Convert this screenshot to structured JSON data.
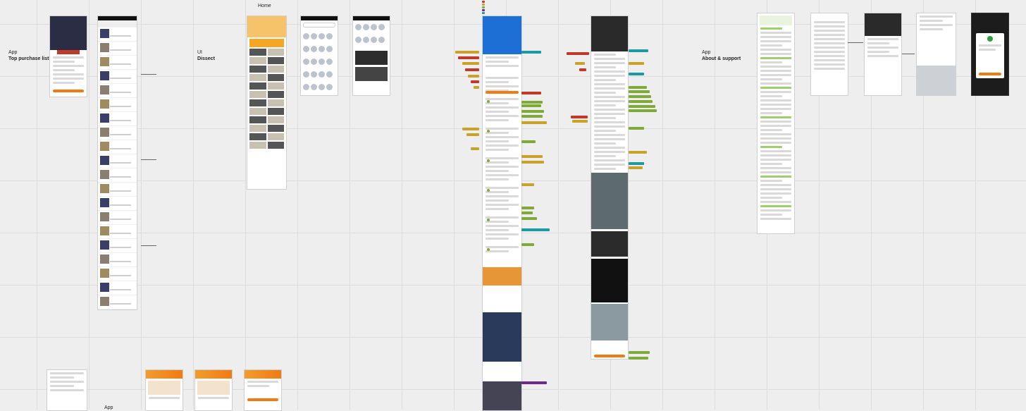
{
  "canvas": {
    "labels": [
      {
        "id": "app1",
        "line1": "App",
        "line2": "Top purchase lists"
      },
      {
        "id": "ui",
        "line1": "UI",
        "line2": "Dissect"
      },
      {
        "id": "home",
        "line1": "Home",
        "line2": ""
      },
      {
        "id": "app2",
        "line1": "App",
        "line2": "About & support"
      },
      {
        "id": "app3",
        "line1": "App",
        "line2": ""
      }
    ]
  },
  "colors": {
    "accent": "#f07b12",
    "annotation_green": "#7faa3a",
    "annotation_mustard": "#c9a22a",
    "annotation_red": "#c0392b",
    "annotation_teal": "#1c9aa3",
    "annotation_purple": "#6c2a8a",
    "canvas_bg": "#eeeeee"
  },
  "frames": [
    {
      "name": "product-list-frame",
      "kind": "product"
    },
    {
      "name": "top-list-long-frame",
      "kind": "list"
    },
    {
      "name": "home-frame-1",
      "kind": "home"
    },
    {
      "name": "home-frame-2",
      "kind": "categories"
    },
    {
      "name": "home-frame-3",
      "kind": "grid"
    },
    {
      "name": "product-detail-long-frame",
      "kind": "detail"
    },
    {
      "name": "product-detail-gloves-frame",
      "kind": "detail"
    },
    {
      "name": "about-support-frames",
      "kind": "support"
    }
  ]
}
